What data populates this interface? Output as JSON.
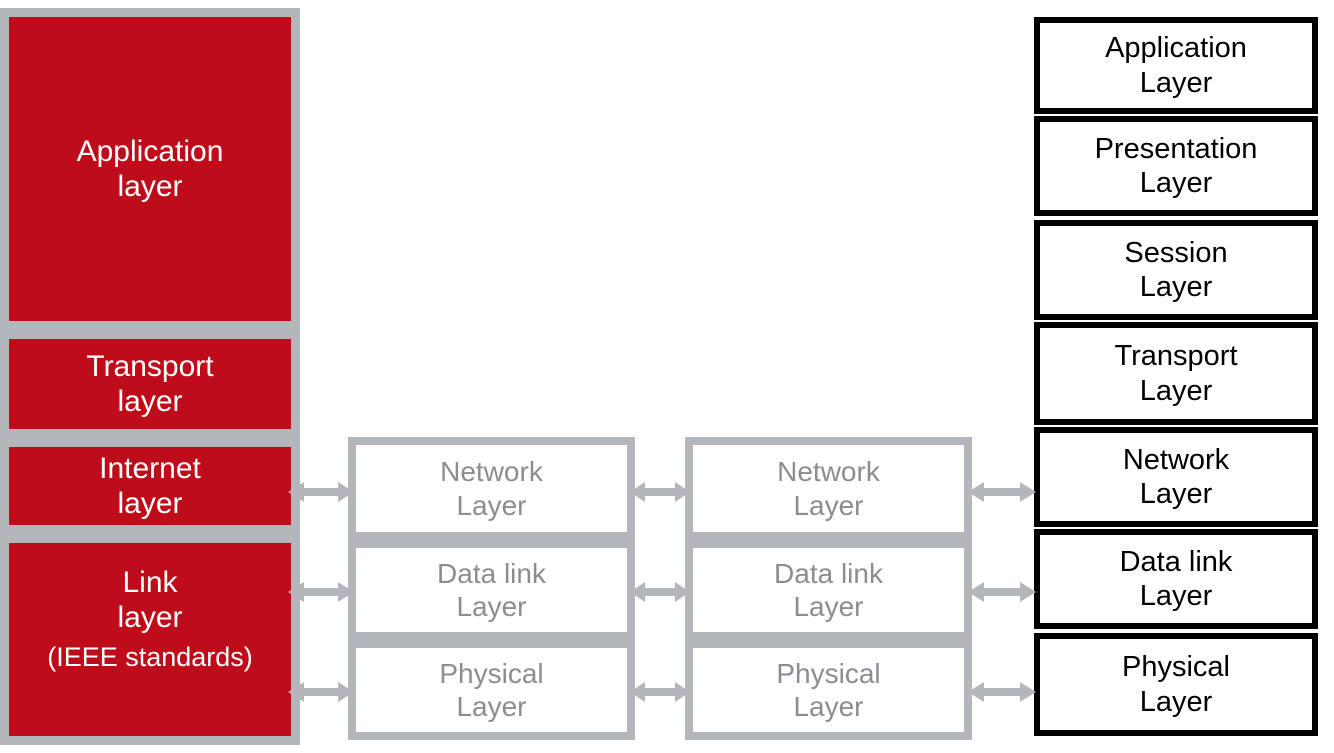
{
  "diagram": {
    "title": "TCP/IP model, router stacks and OSI model comparison",
    "colors": {
      "tcp_fill": "#BE0C1B",
      "tcp_border": "#B3B6BA",
      "tcp_text": "#FFFFFF",
      "router_border": "#B3B6BA",
      "router_text": "#8A8D91",
      "osi_border": "#000000",
      "osi_text": "#000000",
      "arrow": "#B3B6BA",
      "background": "#FFFFFF"
    }
  },
  "tcp_stack": {
    "name": "TCP/IP layer stack",
    "layers": [
      {
        "label": "Application\nlayer",
        "sub": ""
      },
      {
        "label": "Transport\nlayer",
        "sub": ""
      },
      {
        "label": "Internet\nlayer",
        "sub": ""
      },
      {
        "label": "Link\nlayer",
        "sub": "(IEEE standards)"
      }
    ]
  },
  "router_stacks": [
    {
      "name": "router-one",
      "layers": [
        {
          "label": "Network\nLayer"
        },
        {
          "label": "Data link\nLayer"
        },
        {
          "label": "Physical\nLayer"
        }
      ]
    },
    {
      "name": "router-two",
      "layers": [
        {
          "label": "Network\nLayer"
        },
        {
          "label": "Data link\nLayer"
        },
        {
          "label": "Physical\nLayer"
        }
      ]
    }
  ],
  "osi_stack": {
    "name": "OSI layer stack",
    "layers": [
      {
        "label": "Application\nLayer"
      },
      {
        "label": "Presentation\nLayer"
      },
      {
        "label": "Session\nLayer"
      },
      {
        "label": "Transport\nLayer"
      },
      {
        "label": "Network\nLayer"
      },
      {
        "label": "Data link\nLayer"
      },
      {
        "label": "Physical\nLayer"
      }
    ]
  },
  "connectors": {
    "name": "bidirectional-link-arrows",
    "glyph": "double-headed-arrow",
    "count": 9
  }
}
